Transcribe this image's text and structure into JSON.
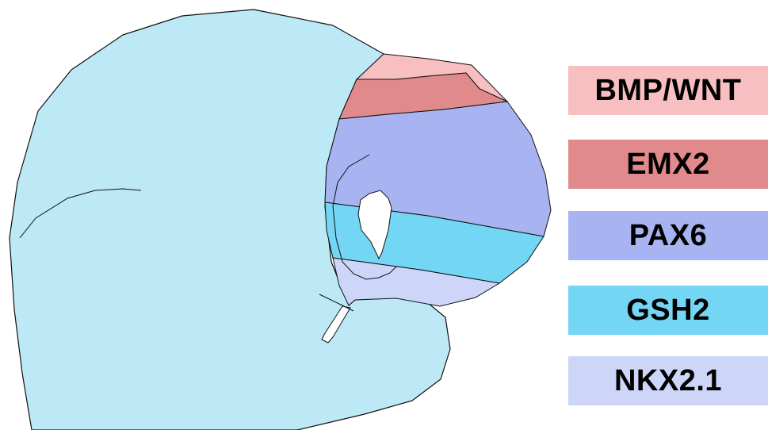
{
  "diagram": {
    "colors": {
      "brain_fill": "#bde9f7",
      "outline": "#111111",
      "hole_fill": "#ffffff"
    },
    "regions": [
      {
        "name": "BMP/WNT",
        "color": "#f8bfc0"
      },
      {
        "name": "EMX2",
        "color": "#e08a8c"
      },
      {
        "name": "PAX6",
        "color": "#a8b4f2"
      },
      {
        "name": "GSH2",
        "color": "#72d6f4"
      },
      {
        "name": "NKX2.1",
        "color": "#cdd6f8"
      }
    ]
  },
  "legend": {
    "items": [
      {
        "label": "BMP/WNT",
        "color": "#f8bfc0"
      },
      {
        "label": "EMX2",
        "color": "#e08a8c"
      },
      {
        "label": "PAX6",
        "color": "#a8b4f2"
      },
      {
        "label": "GSH2",
        "color": "#72d6f4"
      },
      {
        "label": "NKX2.1",
        "color": "#cdd6f8"
      }
    ]
  }
}
